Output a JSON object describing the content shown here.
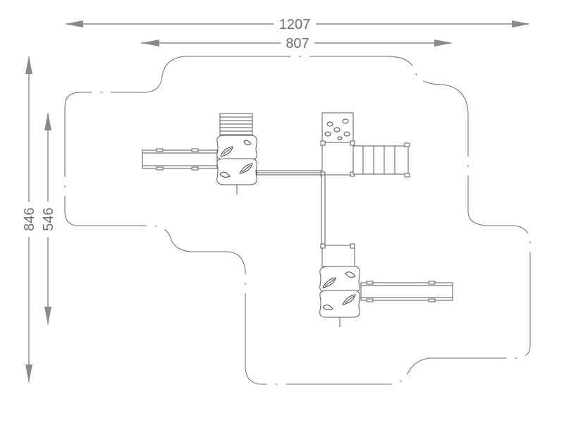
{
  "dimensions": {
    "width_outer": "1207",
    "width_inner": "807",
    "height_outer": "846",
    "height_inner": "546"
  },
  "colors": {
    "dimension": "#8a8a8a",
    "equipment_stroke": "#5a5a5a",
    "safety_zone": "#6a6a6a"
  }
}
